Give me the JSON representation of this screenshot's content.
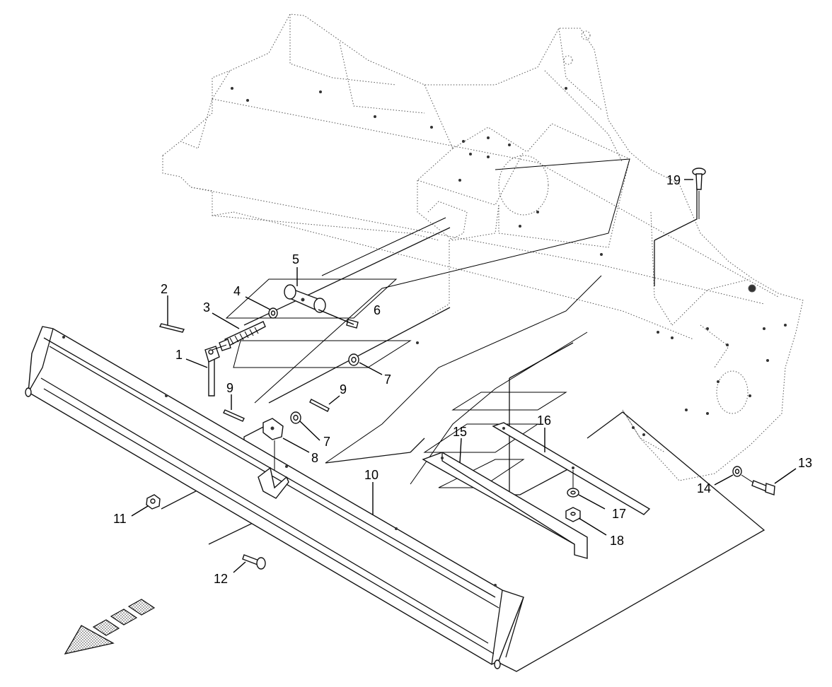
{
  "callouts": [
    {
      "id": "c1",
      "label": "1"
    },
    {
      "id": "c2",
      "label": "2"
    },
    {
      "id": "c3",
      "label": "3"
    },
    {
      "id": "c4",
      "label": "4"
    },
    {
      "id": "c5",
      "label": "5"
    },
    {
      "id": "c6",
      "label": "6"
    },
    {
      "id": "c7a",
      "label": "7"
    },
    {
      "id": "c7b",
      "label": "7"
    },
    {
      "id": "c8",
      "label": "8"
    },
    {
      "id": "c9a",
      "label": "9"
    },
    {
      "id": "c9b",
      "label": "9"
    },
    {
      "id": "c10",
      "label": "10"
    },
    {
      "id": "c11",
      "label": "11"
    },
    {
      "id": "c12",
      "label": "12"
    },
    {
      "id": "c13",
      "label": "13"
    },
    {
      "id": "c14",
      "label": "14"
    },
    {
      "id": "c15",
      "label": "15"
    },
    {
      "id": "c16",
      "label": "16"
    },
    {
      "id": "c17",
      "label": "17"
    },
    {
      "id": "c18",
      "label": "18"
    },
    {
      "id": "c19",
      "label": "19"
    }
  ],
  "direction_arrow": {
    "meaning": "forward-direction-icon"
  }
}
